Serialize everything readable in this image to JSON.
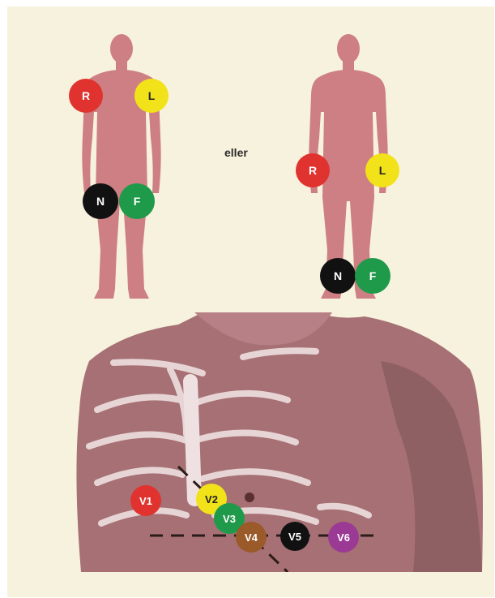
{
  "or_label": "eller",
  "limb_electrodes": {
    "figure_1": [
      {
        "text": "R",
        "color": "#e0332f",
        "text_color": "#ffffff"
      },
      {
        "text": "L",
        "color": "#f2e21a",
        "text_color": "#222222"
      },
      {
        "text": "N",
        "color": "#111111",
        "text_color": "#ffffff"
      },
      {
        "text": "F",
        "color": "#1f9a4a",
        "text_color": "#ffffff"
      }
    ],
    "figure_2": [
      {
        "text": "R",
        "color": "#e0332f",
        "text_color": "#ffffff"
      },
      {
        "text": "L",
        "color": "#f2e21a",
        "text_color": "#222222"
      },
      {
        "text": "N",
        "color": "#111111",
        "text_color": "#ffffff"
      },
      {
        "text": "F",
        "color": "#1f9a4a",
        "text_color": "#ffffff"
      }
    ]
  },
  "chest_electrodes": [
    {
      "text": "V1",
      "color": "#e0332f",
      "text_color": "#ffffff"
    },
    {
      "text": "V2",
      "color": "#f2e21a",
      "text_color": "#222222"
    },
    {
      "text": "V3",
      "color": "#1f9a4a",
      "text_color": "#ffffff"
    },
    {
      "text": "V4",
      "color": "#9a5a2a",
      "text_color": "#ffffff"
    },
    {
      "text": "V5",
      "color": "#111111",
      "text_color": "#ffffff"
    },
    {
      "text": "V6",
      "color": "#9a3a95",
      "text_color": "#ffffff"
    }
  ],
  "colors": {
    "background": "#f7f2dd",
    "body": "#cd7f83",
    "skin_photo": "#a67074"
  }
}
